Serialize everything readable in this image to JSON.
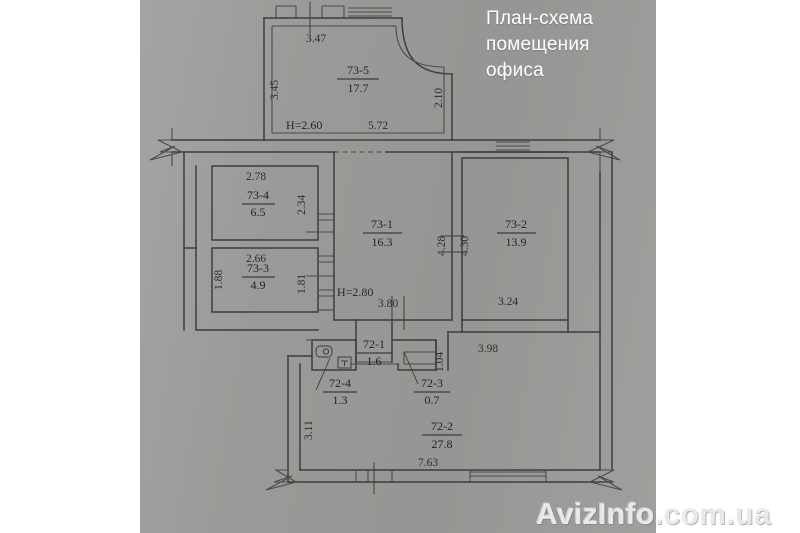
{
  "document": {
    "type": "floor-plan",
    "title_lines": [
      "План-схема",
      "помещения",
      "офиса"
    ],
    "watermark": "AvizInfo.com.ua",
    "paper_color": "#9a9b98",
    "ink_color": "#3d3d3d",
    "title_color": "#ffffff"
  },
  "rooms": [
    {
      "id": "73-5",
      "area": "17.7",
      "height_note": "H=2.60",
      "dims": [
        "3.47",
        "3.45",
        "5.72",
        "2.10"
      ]
    },
    {
      "id": "73-4",
      "area": "6.5",
      "height_note": "",
      "dims": [
        "2.78",
        "2.34"
      ]
    },
    {
      "id": "73-3",
      "area": "4.9",
      "height_note": "",
      "dims": [
        "2.66",
        "1.88",
        "1.81"
      ]
    },
    {
      "id": "73-1",
      "area": "16.3",
      "height_note": "H=2.80",
      "dims": [
        "3.80",
        "4.28"
      ]
    },
    {
      "id": "73-2",
      "area": "13.9",
      "height_note": "",
      "dims": [
        "3.24",
        "4.30"
      ]
    },
    {
      "id": "72-1",
      "area": "1.6",
      "height_note": "",
      "dims": []
    },
    {
      "id": "72-2",
      "area": "27.8",
      "height_note": "",
      "dims": [
        "7.63",
        "3.11"
      ]
    },
    {
      "id": "72-3",
      "area": "0.7",
      "height_note": "",
      "dims": [
        "1.04",
        "3.98"
      ]
    },
    {
      "id": "72-4",
      "area": "1.3",
      "height_note": "",
      "dims": []
    }
  ],
  "labels": {
    "r73_5_id": "73-5",
    "r73_5_area": "17.7",
    "r73_4_id": "73-4",
    "r73_4_area": "6.5",
    "r73_3_id": "73-3",
    "r73_3_area": "4.9",
    "r73_1_id": "73-1",
    "r73_1_area": "16.3",
    "r73_2_id": "73-2",
    "r73_2_area": "13.9",
    "r72_1_id": "72-1",
    "r72_1_area": "1.6",
    "r72_2_id": "72-2",
    "r72_2_area": "27.8",
    "r72_3_id": "72-3",
    "r72_3_area": "0.7",
    "r72_4_id": "72-4",
    "r72_4_area": "1.3",
    "h_260": "H=2.60",
    "h_280": "H=2.80",
    "d_347": "3.47",
    "d_345": "3.45",
    "d_572": "5.72",
    "d_210": "2.10",
    "d_278": "2.78",
    "d_234": "2.34",
    "d_266": "2.66",
    "d_188": "1.88",
    "d_181": "1.81",
    "d_380": "3.80",
    "d_428": "4.28",
    "d_430": "4.30",
    "d_324": "3.24",
    "d_104": "1.04",
    "d_398": "3.98",
    "d_311": "3.11",
    "d_763": "7.63"
  },
  "title": {
    "line1": "План-схема",
    "line2": "помещения",
    "line3": "офиса"
  },
  "footer": {
    "watermark": "AvizInfo.com.ua"
  }
}
